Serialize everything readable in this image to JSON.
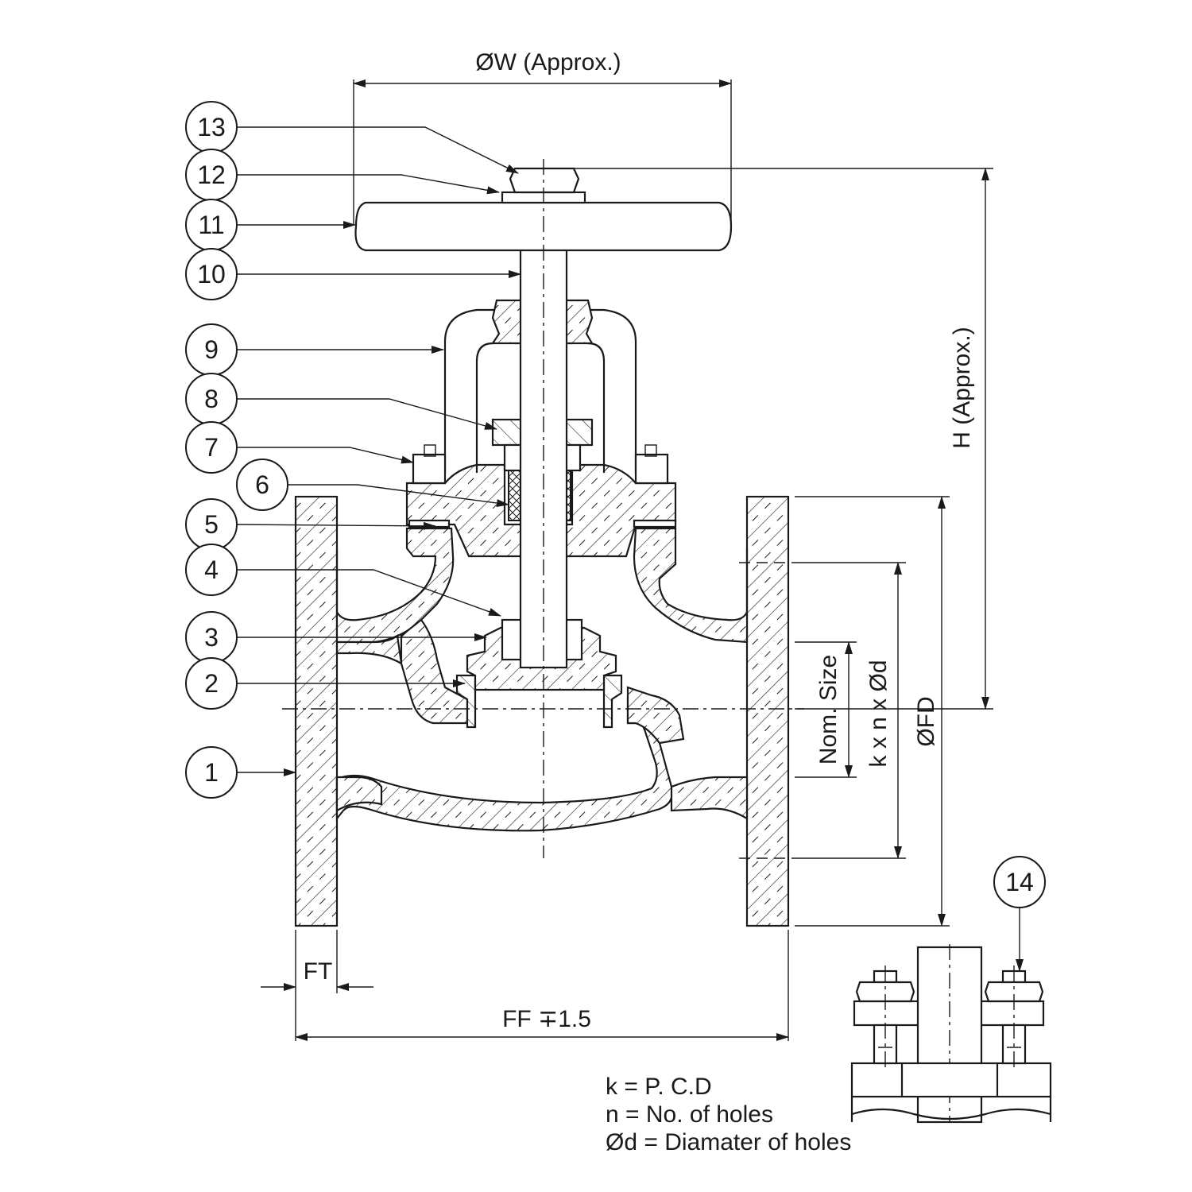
{
  "dimensions": {
    "w_label": "ØW (Approx.)",
    "h_label": "H (Approx.)",
    "fd_label": "ØFD",
    "kxnxd_label": "k x n x Ød",
    "nom_size_label": "Nom. Size",
    "ft_label": "FT",
    "ff_label": "FF ∓1.5"
  },
  "callouts": [
    "1",
    "2",
    "3",
    "4",
    "5",
    "6",
    "7",
    "8",
    "9",
    "10",
    "11",
    "12",
    "13",
    "14"
  ],
  "legend": {
    "k": "k = P. C.D",
    "n": "n = No. of holes",
    "d": "Ød = Diamater of holes"
  }
}
